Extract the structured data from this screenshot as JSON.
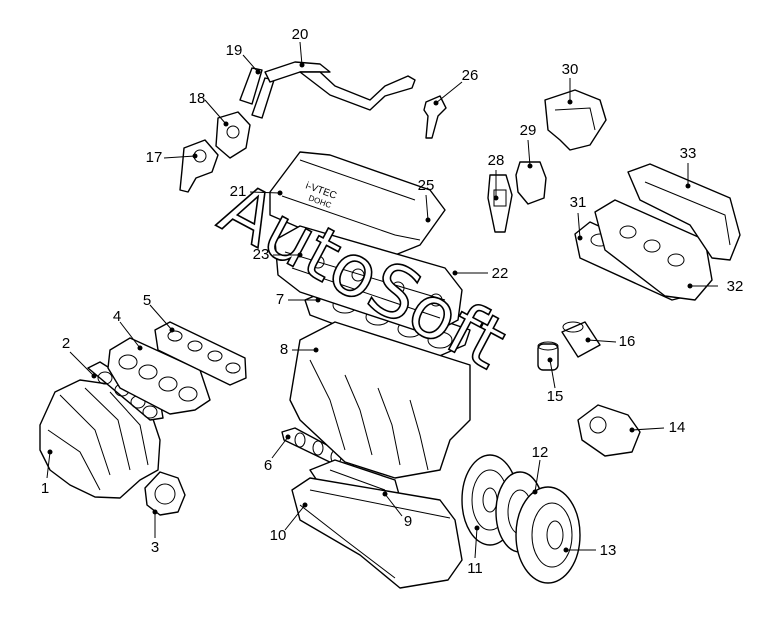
{
  "watermark": {
    "text": "AutoSoft"
  },
  "engine_logo": {
    "brand": "i-VTEC",
    "sub": "DOHC"
  },
  "callouts": [
    {
      "id": "c1",
      "label": "1"
    },
    {
      "id": "c2",
      "label": "2"
    },
    {
      "id": "c3",
      "label": "3"
    },
    {
      "id": "c4",
      "label": "4"
    },
    {
      "id": "c5",
      "label": "5"
    },
    {
      "id": "c6",
      "label": "6"
    },
    {
      "id": "c7",
      "label": "7"
    },
    {
      "id": "c8",
      "label": "8"
    },
    {
      "id": "c9",
      "label": "9"
    },
    {
      "id": "c10",
      "label": "10"
    },
    {
      "id": "c11",
      "label": "11"
    },
    {
      "id": "c12",
      "label": "12"
    },
    {
      "id": "c13",
      "label": "13"
    },
    {
      "id": "c14",
      "label": "14"
    },
    {
      "id": "c15",
      "label": "15"
    },
    {
      "id": "c16",
      "label": "16"
    },
    {
      "id": "c17",
      "label": "17"
    },
    {
      "id": "c18",
      "label": "18"
    },
    {
      "id": "c19",
      "label": "19"
    },
    {
      "id": "c20",
      "label": "20"
    },
    {
      "id": "c21",
      "label": "21"
    },
    {
      "id": "c22",
      "label": "22"
    },
    {
      "id": "c23",
      "label": "23"
    },
    {
      "id": "c25",
      "label": "25"
    },
    {
      "id": "c26",
      "label": "26"
    },
    {
      "id": "c28",
      "label": "28"
    },
    {
      "id": "c29",
      "label": "29"
    },
    {
      "id": "c30",
      "label": "30"
    },
    {
      "id": "c31",
      "label": "31"
    },
    {
      "id": "c32",
      "label": "32"
    },
    {
      "id": "c33",
      "label": "33"
    }
  ]
}
